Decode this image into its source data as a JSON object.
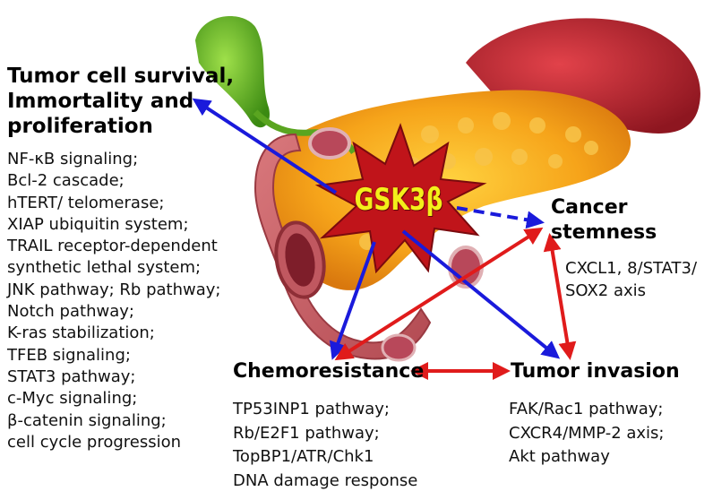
{
  "center": {
    "label": "GSK3β"
  },
  "survival": {
    "heading": [
      "Tumor cell survival,",
      "Immortality and",
      "proliferation"
    ],
    "items": [
      "NF-κB signaling;",
      "Bcl-2 cascade;",
      "hTERT/ telomerase;",
      "XIAP ubiquitin system;",
      "TRAIL receptor-dependent",
      "synthetic lethal system;",
      "JNK pathway; Rb pathway;",
      "Notch pathway;",
      "K-ras stabilization;",
      "TFEB signaling;",
      "STAT3 pathway;",
      "c-Myc signaling;",
      "β-catenin signaling;",
      "cell cycle progression"
    ]
  },
  "stemness": {
    "heading": [
      "Cancer",
      "stemness"
    ],
    "items": [
      "CXCL1, 8/STAT3/",
      "SOX2 axis"
    ]
  },
  "chemoresistance": {
    "heading": "Chemoresistance",
    "items": [
      "TP53INP1 pathway;",
      "Rb/E2F1 pathway;",
      "TopBP1/ATR/Chk1",
      "DNA damage response"
    ]
  },
  "invasion": {
    "heading": "Tumor invasion",
    "items": [
      "FAK/Rac1 pathway;",
      "CXCR4/MMP-2 axis;",
      "Akt pathway"
    ]
  },
  "colors": {
    "blue_arrow": "#1a1adb",
    "red_arrow": "#e01b1b",
    "star_fill": "#c0141a",
    "gsk_text": "#f3ef1a"
  }
}
